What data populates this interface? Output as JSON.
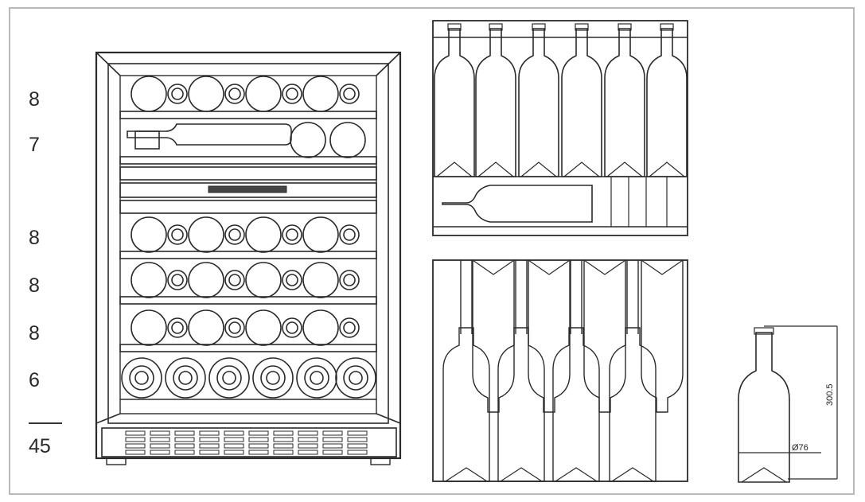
{
  "shelf_counts": [
    "8",
    "7",
    "8",
    "8",
    "8",
    "6"
  ],
  "total": "45",
  "bottle_dims": {
    "height": "300.5",
    "diameter": "Ø76"
  },
  "colors": {
    "line": "#2a2a2a",
    "frame": "#b9b9b9",
    "background": "#ffffff"
  }
}
